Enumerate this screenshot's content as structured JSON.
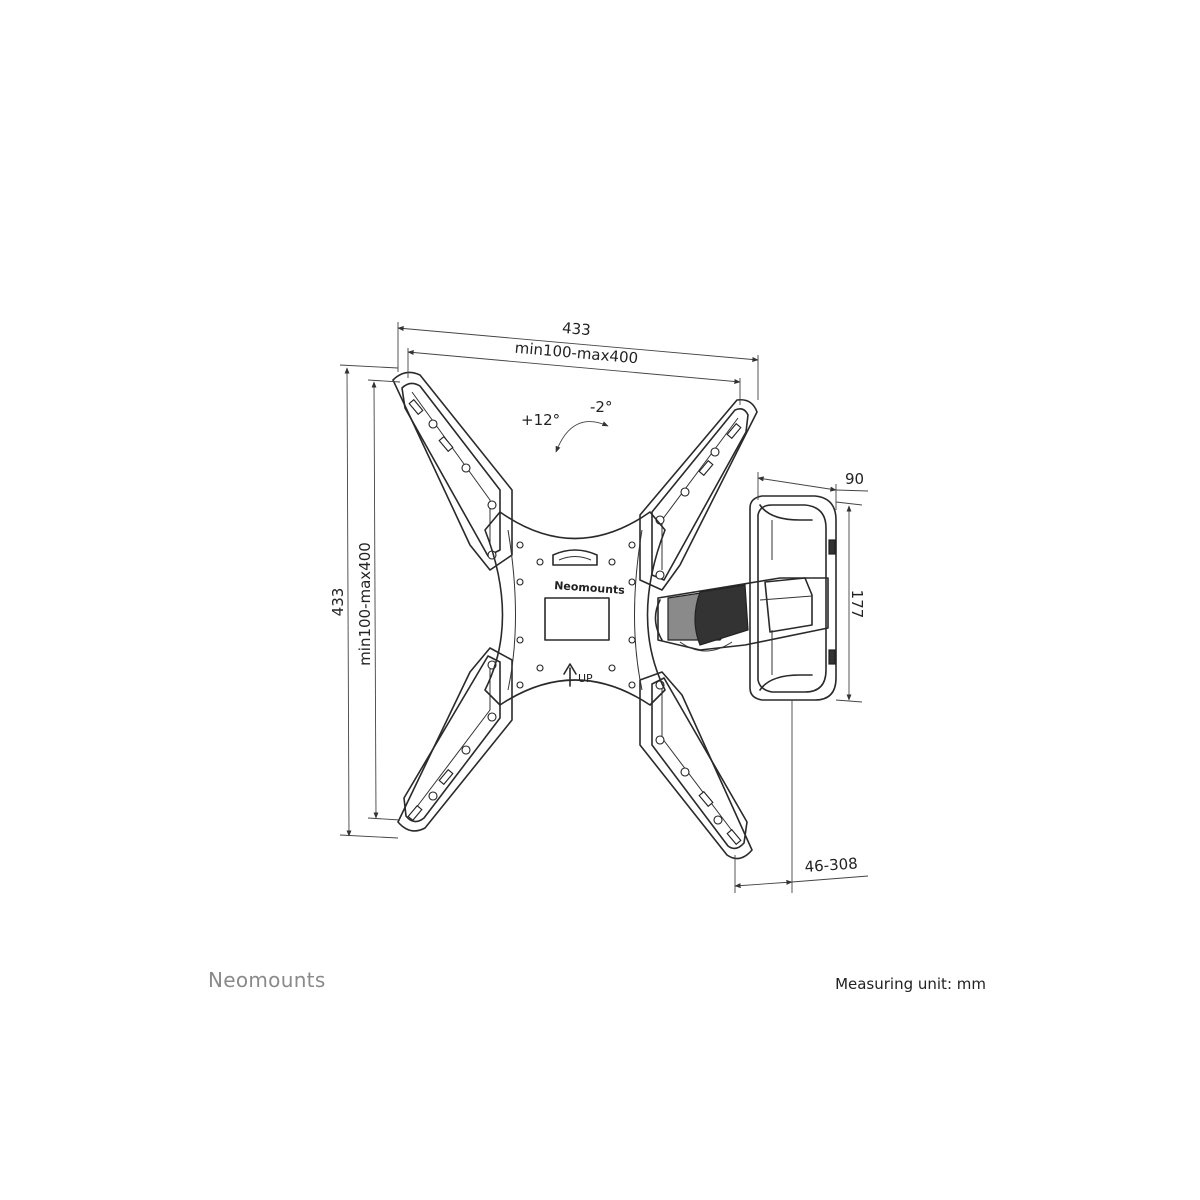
{
  "dimensions": {
    "overall_width": "433",
    "vesa_width": "min100-max400",
    "overall_height": "433",
    "vesa_height": "min100-max400",
    "tilt_up": "+12°",
    "tilt_down": "-2°",
    "wall_plate_depth": "90",
    "wall_plate_height": "177",
    "wall_distance": "46-308"
  },
  "product": {
    "plate_brand": "Neomounts",
    "up_label": "UP"
  },
  "footer": {
    "brand": "Neomounts",
    "unit_note": "Measuring unit: mm"
  }
}
